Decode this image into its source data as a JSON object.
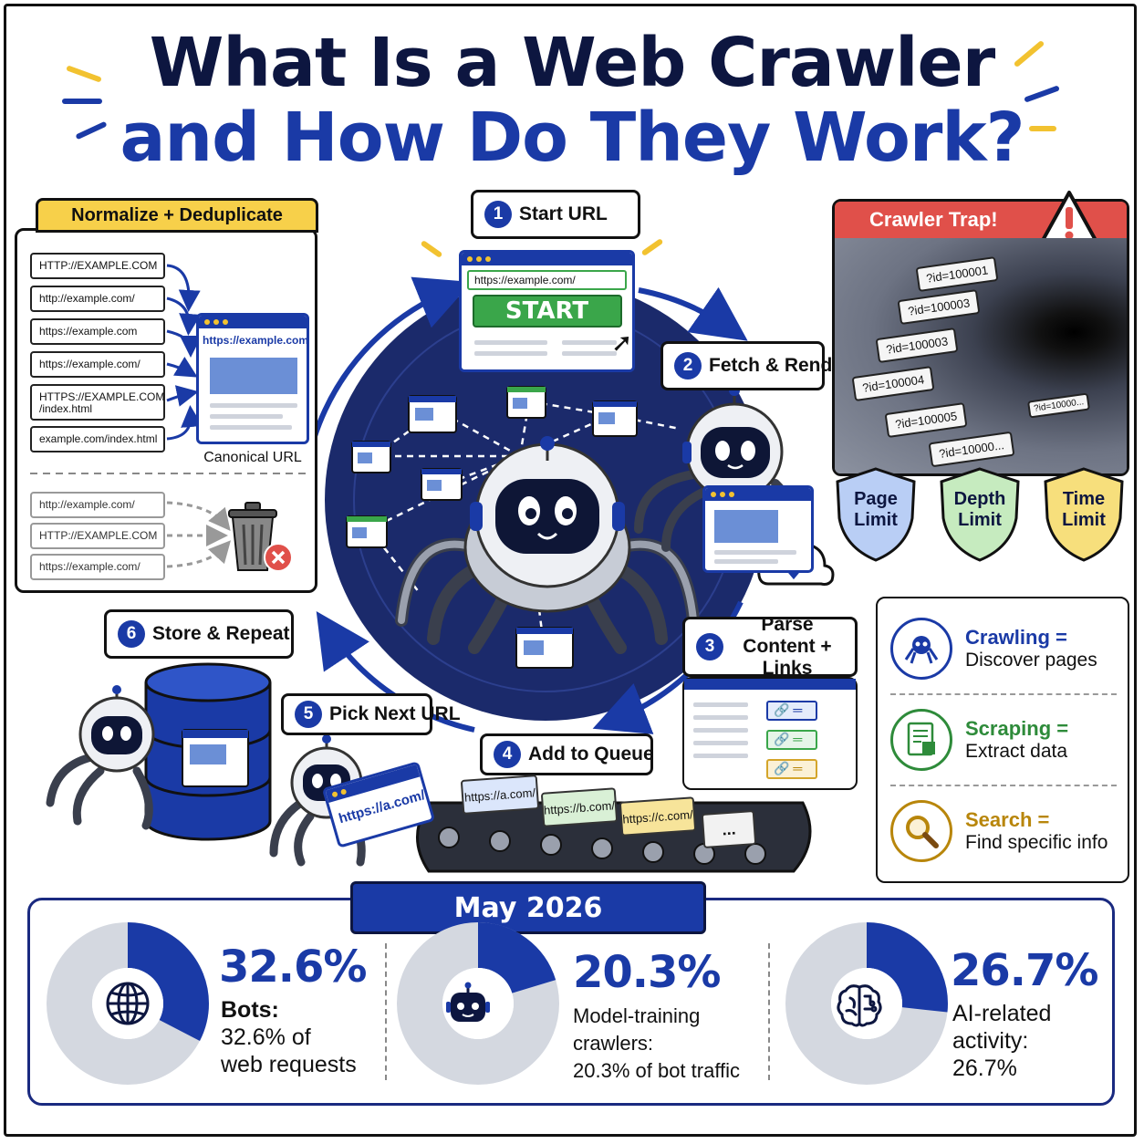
{
  "title": {
    "line1": "What Is a Web Crawler",
    "line2": "and How Do They Work?"
  },
  "normalize": {
    "heading": "Normalize + Deduplicate",
    "inputs": [
      "HTTP://EXAMPLE.COM",
      "http://example.com/",
      "https://example.com",
      "https://example.com/",
      "HTTPS://EXAMPLE.COM /index.html",
      "example.com/index.html"
    ],
    "canonical_url": "https://example.com/",
    "canonical_label": "Canonical URL",
    "duplicates": [
      "http://example.com/",
      "HTTP://EXAMPLE.COM",
      "https://example.com/"
    ]
  },
  "steps": [
    {
      "num": "1",
      "label": "Start URL"
    },
    {
      "num": "2",
      "label": "Fetch & Render"
    },
    {
      "num": "3",
      "label": "Parse Content + Links"
    },
    {
      "num": "4",
      "label": "Add to Queue"
    },
    {
      "num": "5",
      "label": "Pick Next URL"
    },
    {
      "num": "6",
      "label": "Store & Repeat"
    }
  ],
  "start": {
    "url": "https://example.com/",
    "button": "START"
  },
  "queue": [
    "https://a.com/",
    "https://b.com/",
    "https://c.com/",
    "..."
  ],
  "next_url": "https://a.com/",
  "trap": {
    "heading": "Crawler Trap!",
    "ids": [
      "?id=100001",
      "?id=100003",
      "?id=100003",
      "?id=100004",
      "?id=100005",
      "?id=10000...",
      "?id=10000..."
    ],
    "limits": [
      "Page Limit",
      "Depth Limit",
      "Time Limit"
    ]
  },
  "definitions": [
    {
      "term": "Crawling =",
      "desc": "Discover pages",
      "color": "#1a3aa6",
      "icon": "spider-icon"
    },
    {
      "term": "Scraping =",
      "desc": "Extract data",
      "color": "#2e8b3a",
      "icon": "document-icon"
    },
    {
      "term": "Search =",
      "desc": "Find specific info",
      "color": "#b8860b",
      "icon": "magnifier-icon"
    }
  ],
  "stats": {
    "date": "May 2026",
    "items": [
      {
        "value": "32.6%",
        "fraction": 0.326,
        "lines": [
          "Bots:",
          "32.6% of",
          "web requests"
        ],
        "icon": "globe-icon"
      },
      {
        "value": "20.3%",
        "fraction": 0.203,
        "lines": [
          "Model-training",
          "crawlers:",
          "20.3% of bot traffic"
        ],
        "icon": "robot-icon"
      },
      {
        "value": "26.7%",
        "fraction": 0.267,
        "lines": [
          "AI-related",
          "activity:",
          "26.7%"
        ],
        "icon": "brain-icon"
      }
    ]
  },
  "colors": {
    "navy": "#0d1640",
    "blue": "#1a3aa6",
    "green": "#3aa64a",
    "yellow": "#f2c230",
    "red": "#e0504a",
    "gray": "#d4d8e0"
  }
}
